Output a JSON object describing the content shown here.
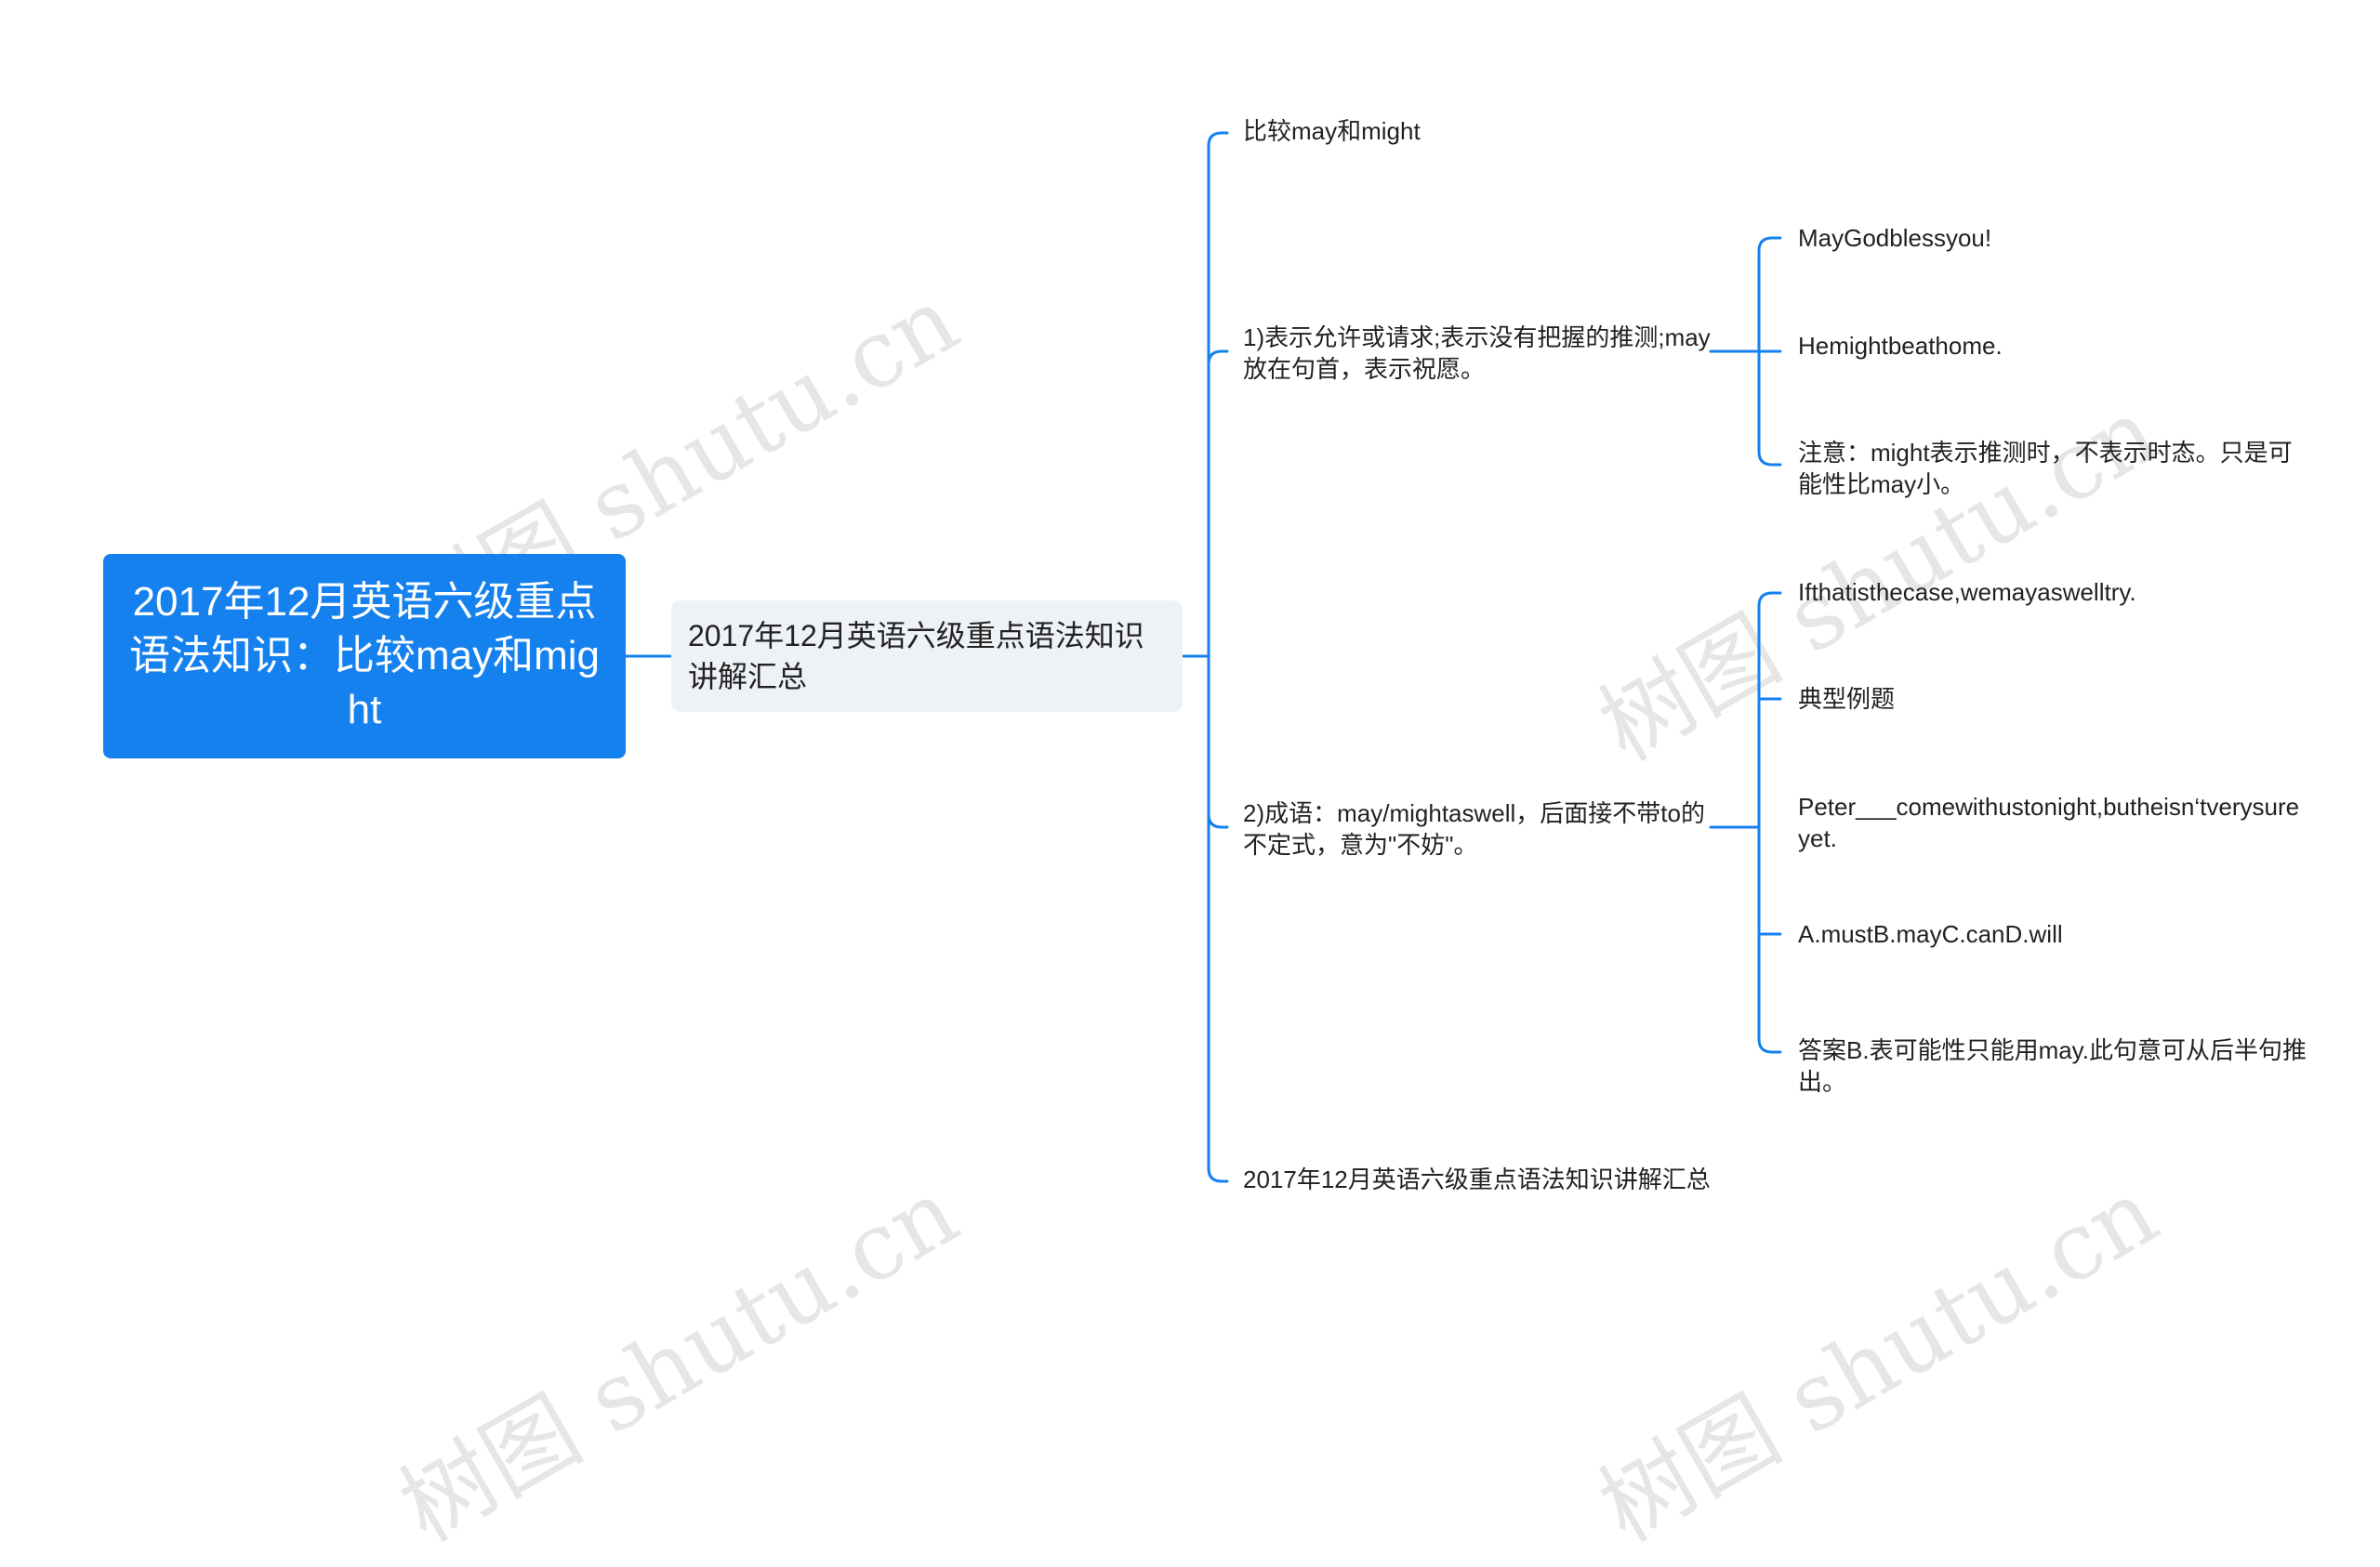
{
  "root": {
    "title": "2017年12月英语六级重点语法知识：比较may和might"
  },
  "subtopic": {
    "title": "2017年12月英语六级重点语法知识讲解汇总"
  },
  "branches": [
    {
      "label": "比较may和might"
    },
    {
      "label": "1)表示允许或请求;表示没有把握的推测;may放在句首，表示祝愿。",
      "children": [
        "MayGodblessyou!",
        "Hemightbeathome.",
        "注意：might表示推测时，不表示时态。只是可能性比may小。"
      ]
    },
    {
      "label": "2)成语：may/mightaswell，后面接不带to的不定式，意为\"不妨\"。",
      "children": [
        "Ifthatisthecase,wemayaswelltry.",
        "典型例题",
        "Peter___comewithustonight,butheisn‘tverysureyet.",
        "A.mustB.mayC.canD.will",
        "答案B.表可能性只能用may.此句意可从后半句推出。"
      ]
    },
    {
      "label": "2017年12月英语六级重点语法知识讲解汇总"
    }
  ],
  "watermark": "树图 shutu.cn",
  "colors": {
    "root_bg": "#1581ee",
    "connector": "#1581ee",
    "subtopic_bg": "#eef1f5"
  }
}
